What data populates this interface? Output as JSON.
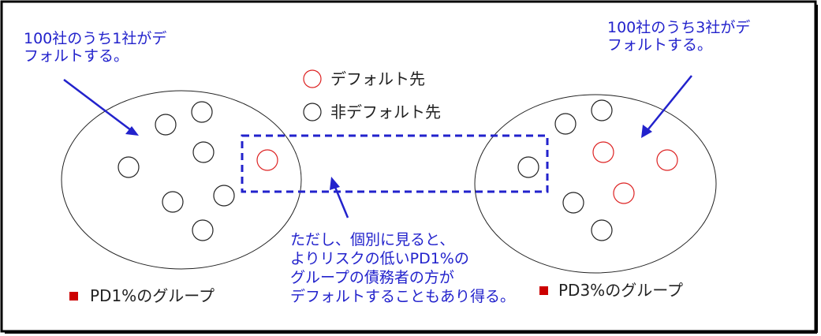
{
  "annotations": {
    "left_group_note": [
      "100社のうち1社がデ",
      "フォルトする。"
    ],
    "right_group_note": [
      "100社のうち3社がデ",
      "フォルトする。"
    ],
    "center_note": [
      "ただし、個別に見ると、",
      "よりリスクの低いPD1%の",
      "グループの債務者の方が",
      "デフォルトすることもあり得る。"
    ]
  },
  "legend": {
    "default_label": "デフォルト先",
    "non_default_label": "非デフォルト先"
  },
  "groups": {
    "left_label": "PD1%のグループ",
    "right_label": "PD3%のグループ"
  },
  "colors": {
    "default": "#dd2222",
    "non_default": "#222222",
    "annotation": "#2222cc",
    "bullet": "#cc0000",
    "frame": "#000000"
  }
}
